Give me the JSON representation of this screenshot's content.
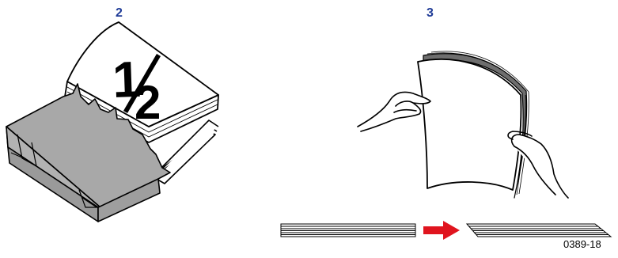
{
  "steps": [
    {
      "number": "2"
    },
    {
      "number": "3"
    }
  ],
  "ream_label": "1/2",
  "figure_id": "0389-18",
  "colors": {
    "step_number": "#1f3b97",
    "wrapper": "#a8a8a8",
    "arrow": "#e0141e",
    "outline": "#000000"
  },
  "icons": {
    "paper-ream": "opened-paper-ream",
    "fanned-paper": "hands-flexing-paper-stack",
    "arrow": "right-arrow"
  }
}
